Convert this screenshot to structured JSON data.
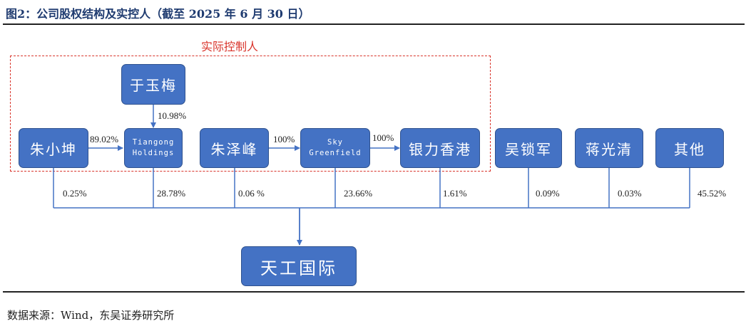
{
  "header": {
    "title": "图2：公司股权结构及实控人（截至 2025 年 6 月 30 日）"
  },
  "controller_group": {
    "label": "实际控制人"
  },
  "nodes": {
    "yu_yumei": "于玉梅",
    "zhu_xiaokun": "朱小坤",
    "tiangong_holdings": "Tiangong\nHoldings",
    "zhu_zefeng": "朱泽峰",
    "sky_greenfield": "Sky\nGreenfield",
    "yinli_hk": "银力香港",
    "wu_suojun": "吴锁军",
    "jiang_guangqing": "蒋光清",
    "others": "其他",
    "tiangong_intl": "天工国际"
  },
  "edges": {
    "yu_to_holdings": "10.98%",
    "zhu_to_holdings": "89.02%",
    "zefeng_to_sky": "100%",
    "sky_to_yinli": "100%"
  },
  "shareholdings": {
    "zhu_xiaokun": "0.25%",
    "tiangong_holdings": "28.78%",
    "zhu_zefeng": "0.06 %",
    "sky_greenfield": "23.66%",
    "yinli_hk": "1.61%",
    "wu_suojun": "0.09%",
    "jiang_guangqing": "0.03%",
    "others": "45.52%"
  },
  "footer": {
    "source": "数据来源：Wind，东吴证券研究所"
  },
  "colors": {
    "node_fill": "#4472c4",
    "node_border": "#2f528f",
    "connector": "#4472c4",
    "controller_border": "#d9342b",
    "title": "#1f3b70"
  }
}
